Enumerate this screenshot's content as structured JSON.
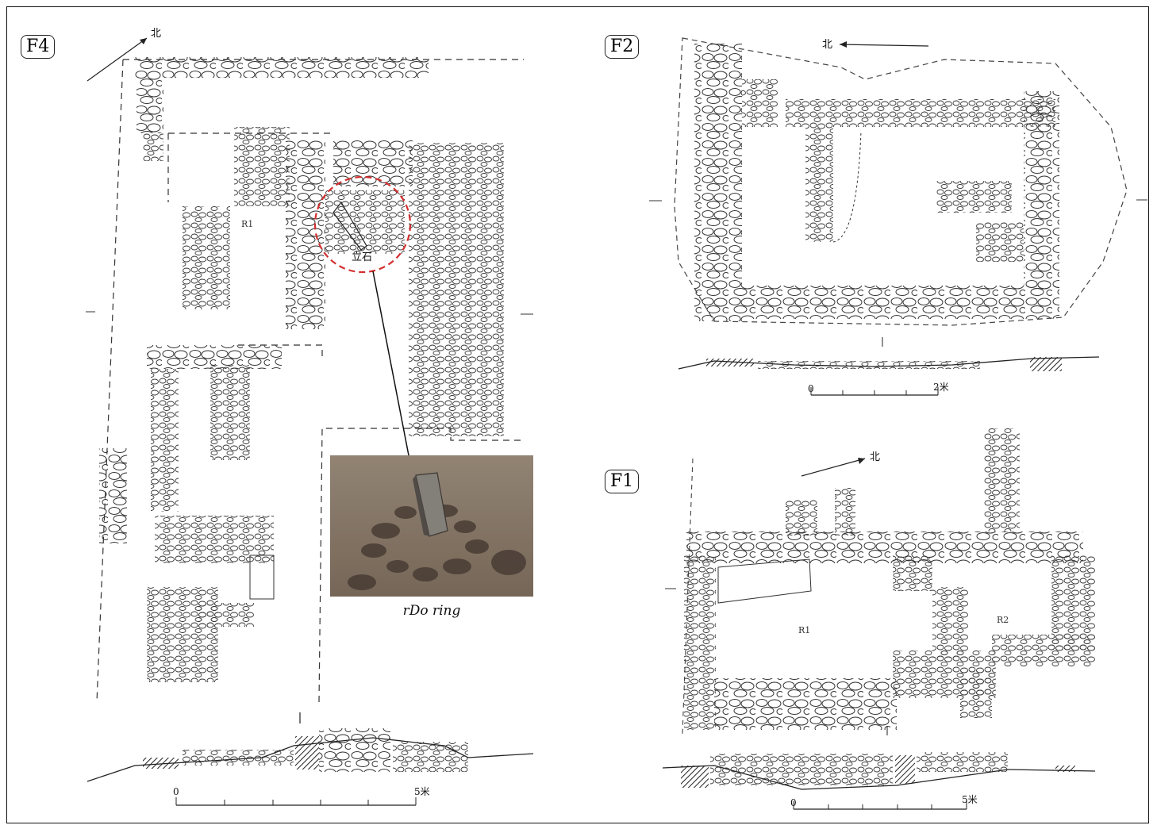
{
  "panels": {
    "f4": {
      "tag": "F4",
      "north": "北",
      "room": "R1",
      "stone_label": "立石",
      "scale_start": "0",
      "scale_end": "5米",
      "section_mark": "I"
    },
    "f2": {
      "tag": "F2",
      "north": "北",
      "scale_start": "0",
      "scale_end": "2米",
      "section_mark": "I"
    },
    "f1": {
      "tag": "F1",
      "north": "北",
      "room1": "R1",
      "room2": "R2",
      "scale_start": "0",
      "scale_end": "5米",
      "section_mark": "I"
    }
  },
  "inset": {
    "caption": "rDo ring",
    "highlight_color": "#d32f2f"
  }
}
